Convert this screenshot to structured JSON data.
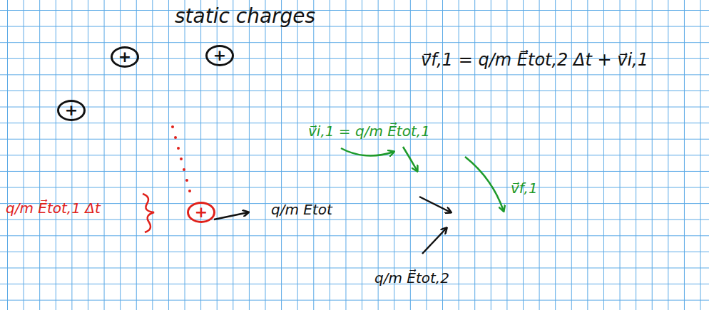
{
  "diagram": {
    "title": "static charges",
    "nodes": [
      {
        "text": [
          "+"
        ]
      },
      {
        "text": [
          "+"
        ]
      },
      {
        "text": [
          "+"
        ]
      },
      {
        "text": [
          "+"
        ]
      }
    ],
    "labels": [
      "q/m E⃗tot,1 Δt",
      "q/m Etot",
      "v⃗i,1 = q/m E⃗tot,1",
      "v⃗f,1 = q/m E⃗tot,2 Δt + v⃗i,1",
      "v⃗f,1",
      "q/m E⃗tot,2"
    ]
  }
}
